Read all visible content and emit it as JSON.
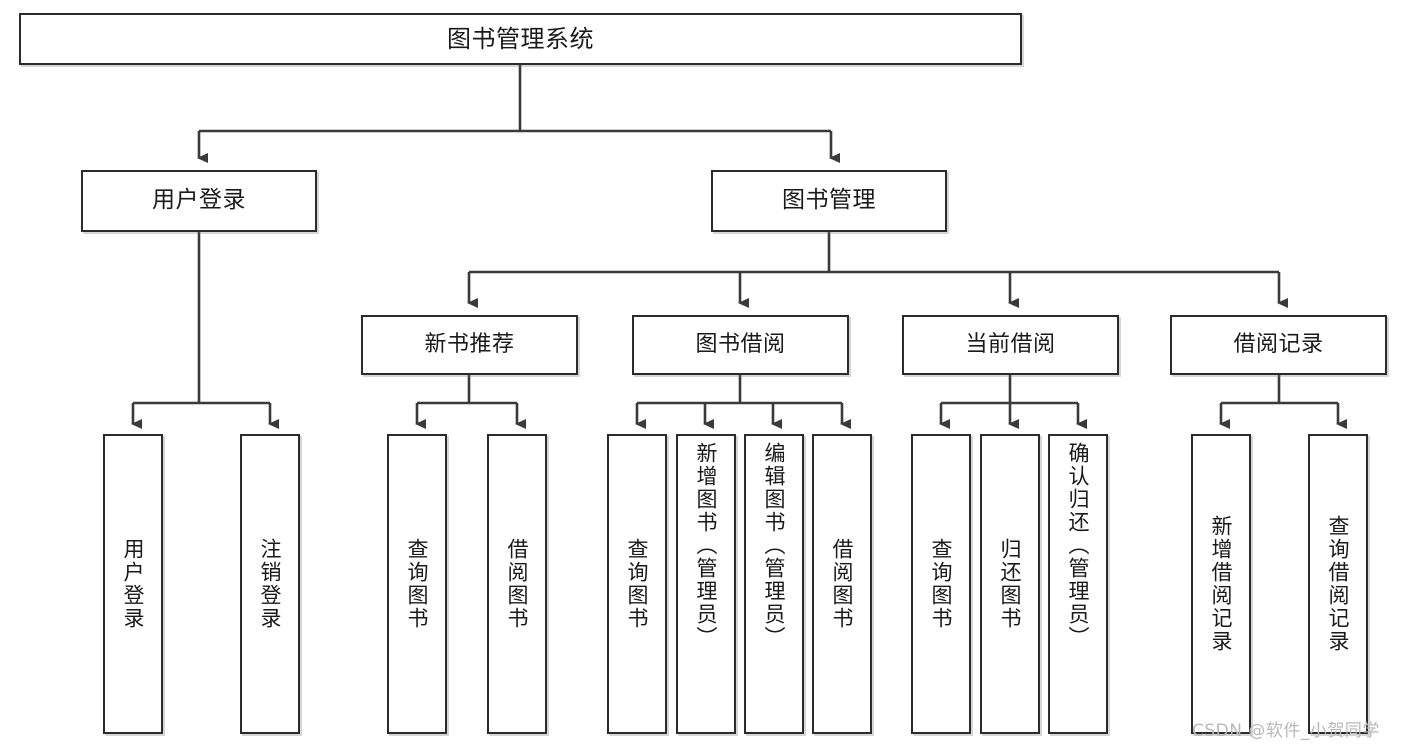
{
  "diagram": {
    "type": "tree",
    "title": "图书管理系统",
    "orientation": "top-down",
    "colors": {
      "box_border": "#2b2b2b",
      "box_fill": "#ffffff",
      "connector": "#3a3a3a",
      "text": "#1a1a1a",
      "watermark": "#b9b9b9"
    }
  },
  "root": {
    "label": "图书管理系统"
  },
  "level2": [
    {
      "id": "user-login",
      "label": "用户登录"
    },
    {
      "id": "book-manage",
      "label": "图书管理"
    }
  ],
  "level3": [
    {
      "id": "new-book-rec",
      "label": "新书推荐"
    },
    {
      "id": "book-borrow",
      "label": "图书借阅"
    },
    {
      "id": "current-borrow",
      "label": "当前借阅"
    },
    {
      "id": "borrow-record",
      "label": "借阅记录"
    }
  ],
  "leaves": {
    "user_login": [
      {
        "id": "leaf-user-login",
        "label": "用户登录"
      },
      {
        "id": "leaf-logout-login",
        "label": "注销登录"
      }
    ],
    "new_book_rec": [
      {
        "id": "leaf-query-book-1",
        "label": "查询图书"
      },
      {
        "id": "leaf-borrow-book-1",
        "label": "借阅图书"
      }
    ],
    "book_borrow": [
      {
        "id": "leaf-query-book-2",
        "label": "查询图书"
      },
      {
        "id": "leaf-add-book",
        "label": "新增图书（管理员）"
      },
      {
        "id": "leaf-edit-book",
        "label": "编辑图书（管理员）"
      },
      {
        "id": "leaf-borrow-book-2",
        "label": "借阅图书"
      }
    ],
    "current_borrow": [
      {
        "id": "leaf-query-book-3",
        "label": "查询图书"
      },
      {
        "id": "leaf-return-book",
        "label": "归还图书"
      },
      {
        "id": "leaf-confirm-return",
        "label": "确认归还（管理员）"
      }
    ],
    "borrow_record": [
      {
        "id": "leaf-add-record",
        "label": "新增借阅记录"
      },
      {
        "id": "leaf-query-record",
        "label": "查询借阅记录"
      }
    ]
  },
  "watermark": {
    "text": "CSDN @软件_小贺同学"
  }
}
